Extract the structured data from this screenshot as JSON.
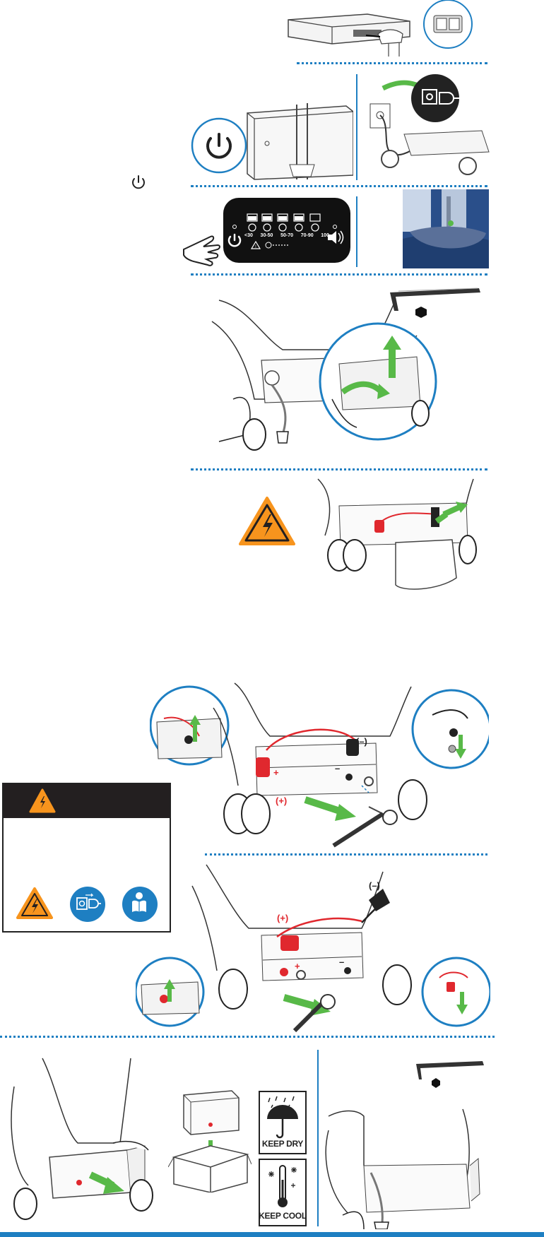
{
  "page": {
    "title": ""
  },
  "control_panel": {
    "battery_levels": [
      "<30",
      "30-50",
      "50-70",
      "70-90",
      "100"
    ]
  },
  "polarity": {
    "negative": "(–)",
    "positive": "(+)",
    "plus_sign": "+",
    "minus_sign": "–"
  },
  "labels": {
    "keep_dry": "KEEP DRY",
    "keep_cool": "KEEP COOL"
  },
  "warning": {
    "header_icon": "electric-hazard-icon",
    "icons": [
      "electric-hazard-icon",
      "unplug-power-icon",
      "read-manual-icon"
    ]
  },
  "colors": {
    "accent": "#1e7fc2",
    "green_arrow": "#58b948",
    "hazard_orange": "#f7941d",
    "cable_red": "#e0282e"
  }
}
